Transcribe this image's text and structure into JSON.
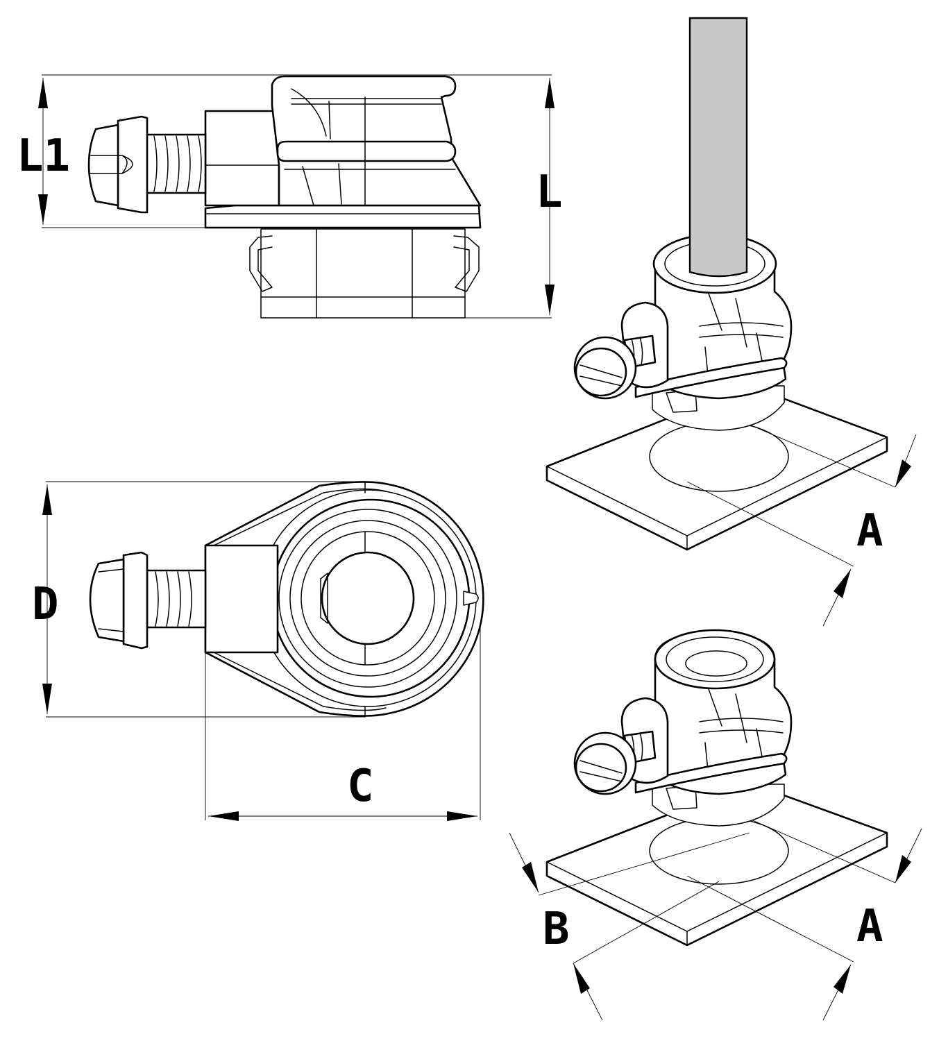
{
  "drawing": {
    "side_view": {
      "dimensions": {
        "l1": "L1",
        "l": "L"
      }
    },
    "top_view": {
      "dimensions": {
        "d": "D",
        "c": "C"
      }
    },
    "iso_with_cable": {
      "dimensions": {
        "a": "A"
      }
    },
    "iso_without_cable": {
      "dimensions": {
        "b": "B",
        "a": "A"
      }
    }
  },
  "colors": {
    "line": "#000000",
    "background": "#ffffff",
    "cable_fill": "#c8c8c8"
  }
}
